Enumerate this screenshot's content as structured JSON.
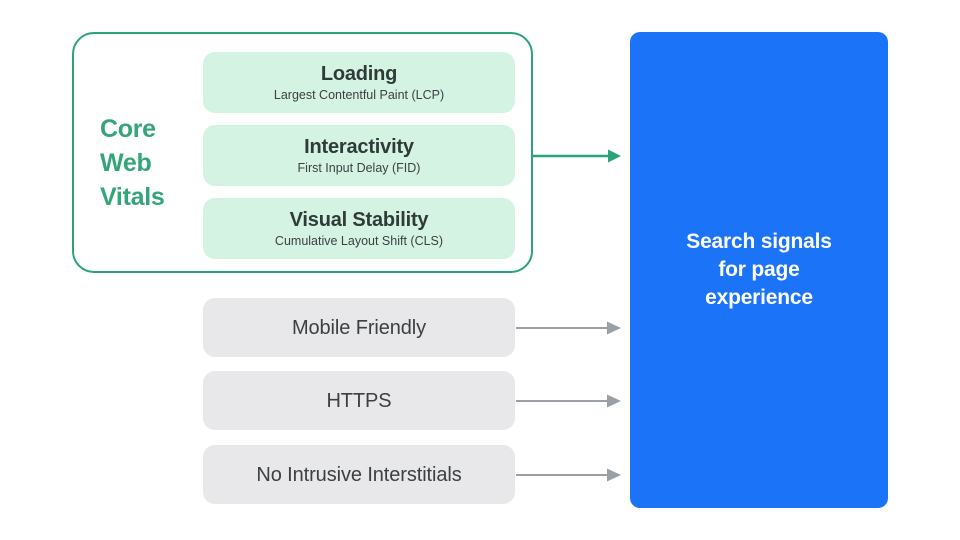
{
  "diagram": {
    "title": "Core Web Vitals and Search signals for page experience",
    "background_color": "#FFFFFF"
  },
  "colors": {
    "green_border": "#2BA37A",
    "green_label": "#34A578",
    "green_arrow": "#2BA37A",
    "mint_card": "#D5F3E2",
    "gray_card": "#E8E8EA",
    "gray_arrow": "#9AA0A6",
    "blue_box": "#1B73F8",
    "dark_text": "#3C4043",
    "white_text": "#FFFFFF"
  },
  "core_web_vitals": {
    "group_label_lines": [
      "Core",
      "Web",
      "Vitals"
    ],
    "group_label": "Core Web Vitals",
    "cards": [
      {
        "title": "Loading",
        "subtitle": "Largest Contentful Paint (LCP)",
        "metric_abbr": "LCP"
      },
      {
        "title": "Interactivity",
        "subtitle": "First Input Delay (FID)",
        "metric_abbr": "FID"
      },
      {
        "title": "Visual Stability",
        "subtitle": "Cumulative Layout Shift (CLS)",
        "metric_abbr": "CLS"
      }
    ]
  },
  "other_signals": [
    {
      "label": "Mobile Friendly"
    },
    {
      "label": "HTTPS"
    },
    {
      "label": "No Intrusive Interstitials"
    }
  ],
  "destination": {
    "lines": [
      "Search signals",
      "for page",
      "experience"
    ],
    "text": "Search signals for page experience"
  },
  "arrows": [
    {
      "name": "core-web-vitals-to-destination",
      "color": "#2BA37A"
    },
    {
      "name": "mobile-friendly-to-destination",
      "color": "#9AA0A6"
    },
    {
      "name": "https-to-destination",
      "color": "#9AA0A6"
    },
    {
      "name": "no-intrusive-interstitials-to-destination",
      "color": "#9AA0A6"
    }
  ]
}
